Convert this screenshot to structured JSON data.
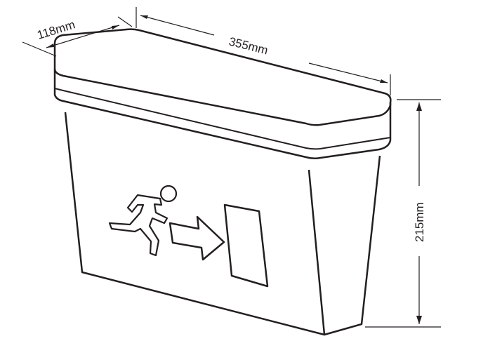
{
  "dimensions": {
    "depth": "118mm",
    "width": "355mm",
    "height": "215mm"
  },
  "colors": {
    "line": "#231f20",
    "background": "#ffffff"
  }
}
